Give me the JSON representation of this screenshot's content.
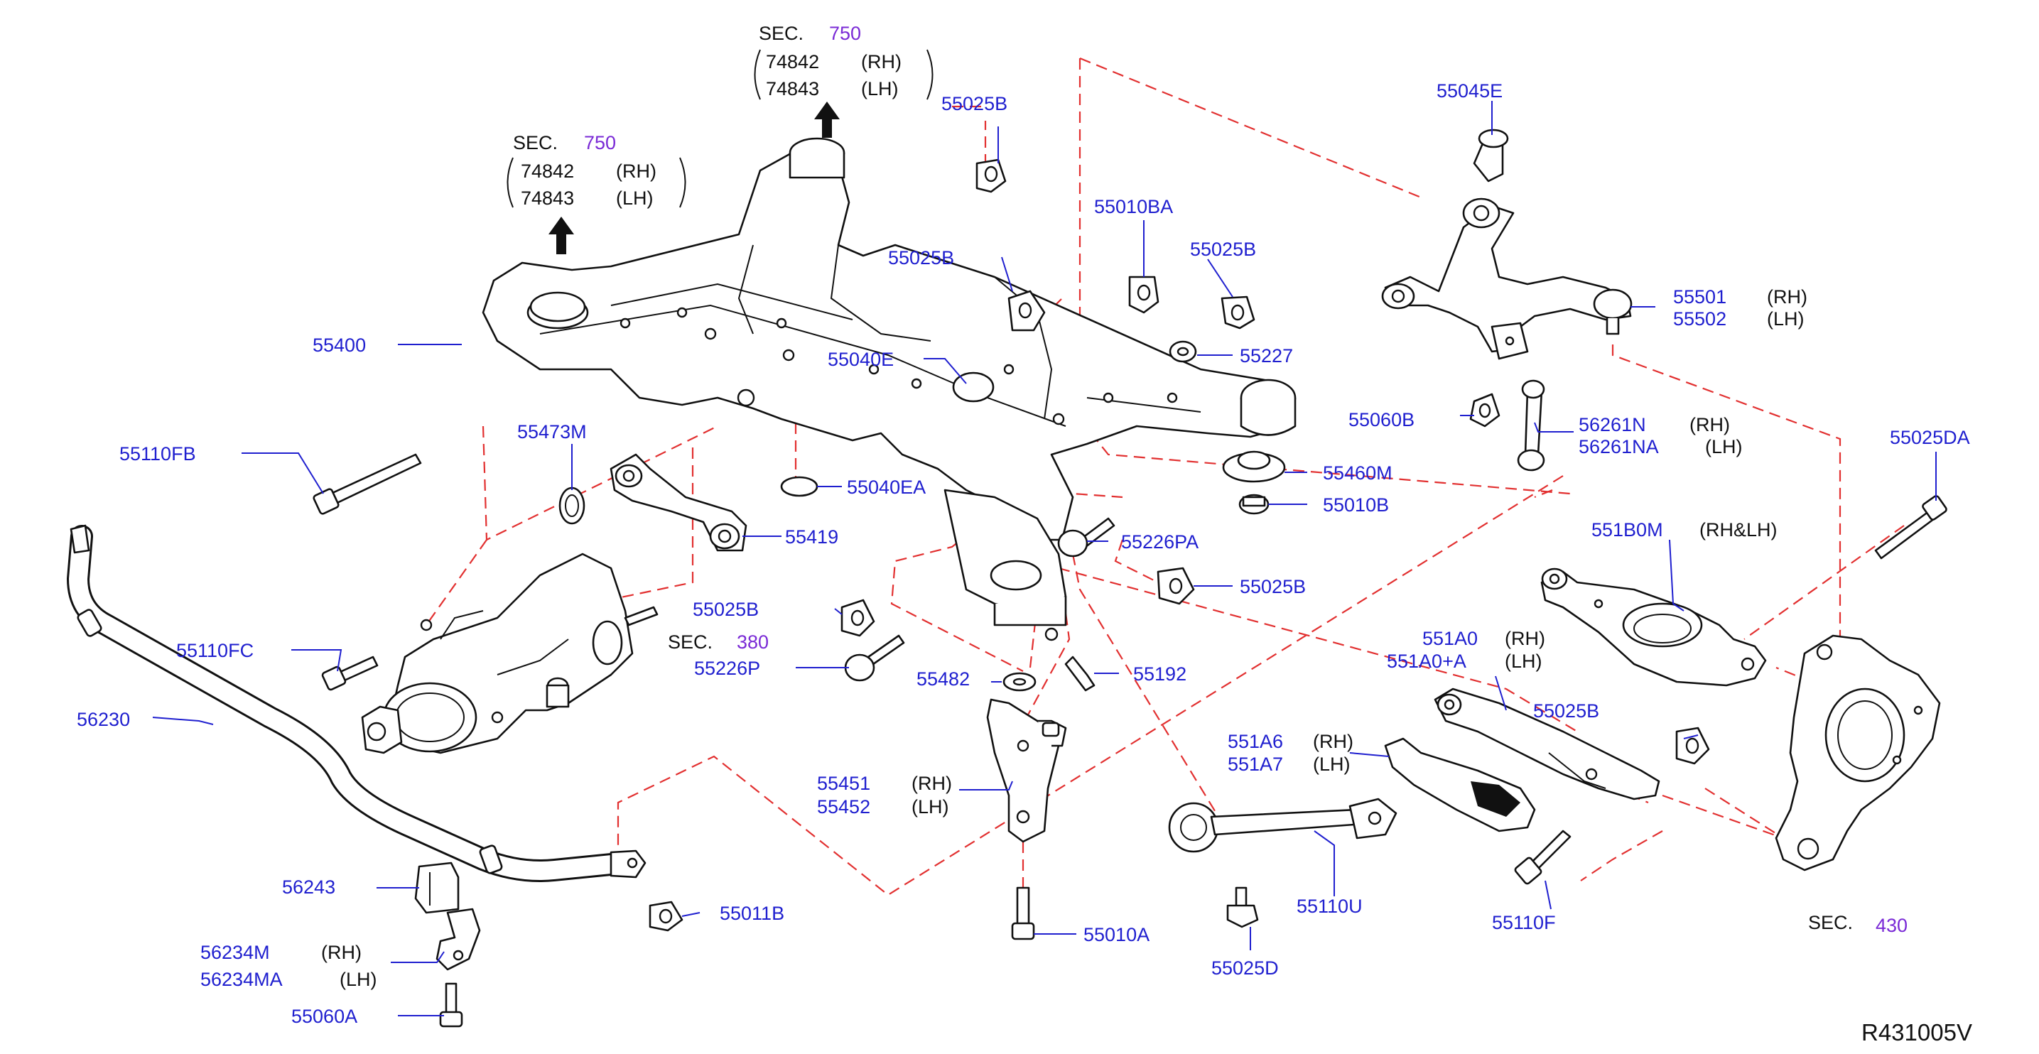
{
  "diagram": {
    "reference_code": "R431005V",
    "callouts": [
      {
        "id": "c55400",
        "part": "55400"
      },
      {
        "id": "c55110FB",
        "part": "55110FB"
      },
      {
        "id": "c55473M",
        "part": "55473M"
      },
      {
        "id": "c55419",
        "part": "55419"
      },
      {
        "id": "c55040E",
        "part": "55040E"
      },
      {
        "id": "c55040EA",
        "part": "55040EA"
      },
      {
        "id": "c55025B_top",
        "part": "55025B"
      },
      {
        "id": "c55025B_a",
        "part": "55025B"
      },
      {
        "id": "c55010BA",
        "part": "55010BA"
      },
      {
        "id": "c55025B_b",
        "part": "55025B"
      },
      {
        "id": "c55227",
        "part": "55227"
      },
      {
        "id": "c55460M",
        "part": "55460M"
      },
      {
        "id": "c55010B",
        "part": "55010B"
      },
      {
        "id": "c55226PA",
        "part": "55226PA"
      },
      {
        "id": "c55025B_c",
        "part": "55025B"
      },
      {
        "id": "c55025B_d",
        "part": "55025B"
      },
      {
        "id": "c55110FC",
        "part": "55110FC"
      },
      {
        "id": "c55226P",
        "part": "55226P"
      },
      {
        "id": "c55482",
        "part": "55482"
      },
      {
        "id": "c55192",
        "part": "55192"
      },
      {
        "id": "c56230",
        "part": "56230"
      },
      {
        "id": "c55451",
        "part": "55451",
        "side": "(RH)"
      },
      {
        "id": "c55452",
        "part": "55452",
        "side": "(LH)"
      },
      {
        "id": "c56243",
        "part": "56243"
      },
      {
        "id": "c55011B",
        "part": "55011B"
      },
      {
        "id": "c56234M",
        "part": "56234M",
        "side": "(RH)"
      },
      {
        "id": "c56234MA",
        "part": "56234MA",
        "side": "(LH)"
      },
      {
        "id": "c55060A",
        "part": "55060A"
      },
      {
        "id": "c55010A",
        "part": "55010A"
      },
      {
        "id": "c55025D",
        "part": "55025D"
      },
      {
        "id": "c55110U",
        "part": "55110U"
      },
      {
        "id": "c55045E",
        "part": "55045E"
      },
      {
        "id": "c55501",
        "part": "55501",
        "side": "(RH)"
      },
      {
        "id": "c55502",
        "part": "55502",
        "side": "(LH)"
      },
      {
        "id": "c55060B",
        "part": "55060B"
      },
      {
        "id": "c56261N",
        "part": "56261N",
        "side": "(RH)"
      },
      {
        "id": "c56261NA",
        "part": "56261NA",
        "side": "(LH)"
      },
      {
        "id": "c55025DA",
        "part": "55025DA"
      },
      {
        "id": "c551B0M",
        "part": "551B0M",
        "side": "(RH&LH)"
      },
      {
        "id": "c551A0",
        "part": "551A0",
        "side": "(RH)"
      },
      {
        "id": "c551A0A",
        "part": "551A0+A",
        "side": "(LH)"
      },
      {
        "id": "c55025B_e",
        "part": "55025B"
      },
      {
        "id": "c551A6",
        "part": "551A6",
        "side": "(RH)"
      },
      {
        "id": "c551A7",
        "part": "551A7",
        "side": "(LH)"
      },
      {
        "id": "c55110F",
        "part": "55110F"
      }
    ],
    "section_refs": [
      {
        "id": "sec750a",
        "label": "SEC.",
        "number": "750",
        "parts": [
          {
            "part": "74842",
            "side": "(RH)"
          },
          {
            "part": "74843",
            "side": "(LH)"
          }
        ]
      },
      {
        "id": "sec750b",
        "label": "SEC.",
        "number": "750",
        "parts": [
          {
            "part": "74842",
            "side": "(RH)"
          },
          {
            "part": "74843",
            "side": "(LH)"
          }
        ]
      },
      {
        "id": "sec380",
        "label": "SEC.",
        "number": "380"
      },
      {
        "id": "sec430",
        "label": "SEC.",
        "number": "430"
      }
    ]
  },
  "colors": {
    "part_number": "#1f1fcf",
    "section_number": "#7a2ad6",
    "phantom_line": "#e23030",
    "outline": "#111111"
  }
}
